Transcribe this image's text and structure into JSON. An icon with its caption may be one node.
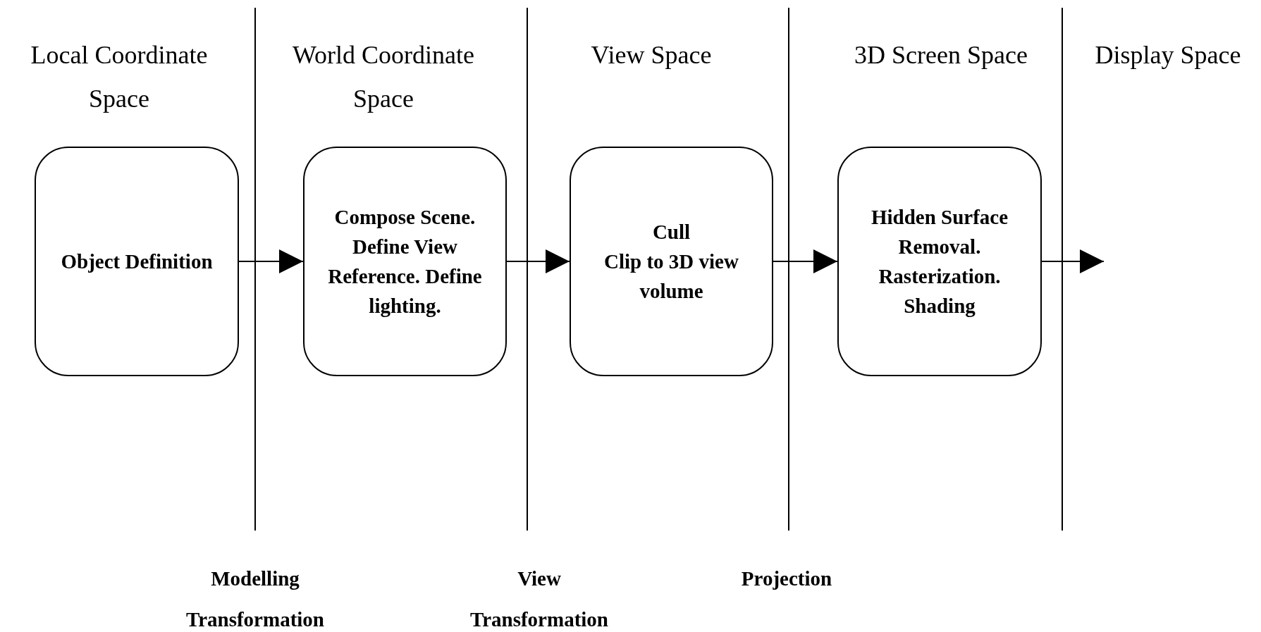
{
  "diagram": {
    "nodes": [
      {
        "text": [
          "Object Definition"
        ]
      },
      {
        "text": [
          "Compose Scene. Define View Reference. Define lighting."
        ]
      },
      {
        "text": [
          "Cull",
          "Clip to 3D view volume"
        ]
      },
      {
        "text": [
          "Hidden Surface Removal. Rasterization. Shading"
        ]
      }
    ],
    "edges": [
      {
        "from": 0,
        "to": 1,
        "arrow": "to"
      },
      {
        "from": 1,
        "to": 2,
        "arrow": "to"
      },
      {
        "from": 2,
        "to": 3,
        "arrow": "to"
      },
      {
        "from": 3,
        "to": null,
        "arrow": "to"
      }
    ],
    "labels": [
      "Local Coordinate Space",
      "World Coordinate Space",
      "View Space",
      "3D Screen Space",
      "Display Space",
      "Modelling Transformation",
      "View Transformation",
      "Projection"
    ]
  }
}
